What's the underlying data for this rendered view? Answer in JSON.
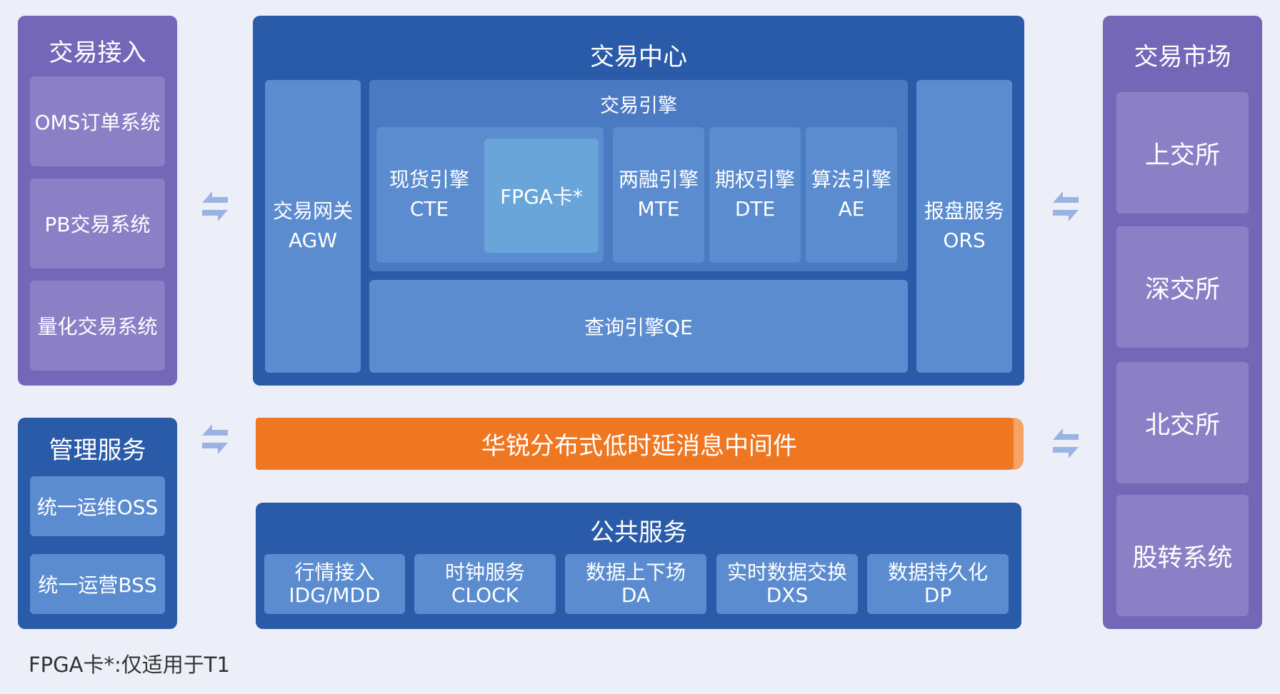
{
  "access": {
    "title": "交易接入",
    "items": [
      "OMS订单系统",
      "PB交易系统",
      "量化交易系统"
    ]
  },
  "mgmt": {
    "title": "管理服务",
    "items": [
      "统一运维OSS",
      "统一运营BSS"
    ]
  },
  "center": {
    "title": "交易中心",
    "gateway": {
      "line1": "交易网关",
      "line2": "AGW"
    },
    "engine": {
      "title": "交易引擎",
      "spot": {
        "line1": "现货引擎",
        "line2": "CTE"
      },
      "fpga": "FPGA卡*",
      "margin": {
        "line1": "两融引擎",
        "line2": "MTE"
      },
      "option": {
        "line1": "期权引擎",
        "line2": "DTE"
      },
      "algo": {
        "line1": "算法引擎",
        "line2": "AE"
      }
    },
    "query": "查询引擎QE",
    "ors": {
      "line1": "报盘服务",
      "line2": "ORS"
    }
  },
  "middleware": "华锐分布式低时延消息中间件",
  "public": {
    "title": "公共服务",
    "items": [
      {
        "line1": "行情接入",
        "line2": "IDG/MDD"
      },
      {
        "line1": "时钟服务",
        "line2": "CLOCK"
      },
      {
        "line1": "数据上下场",
        "line2": "DA"
      },
      {
        "line1": "实时数据交换",
        "line2": "DXS"
      },
      {
        "line1": "数据持久化",
        "line2": "DP"
      }
    ]
  },
  "market": {
    "title": "交易市场",
    "items": [
      "上交所",
      "深交所",
      "北交所",
      "股转系统"
    ]
  },
  "footnote": "FPGA卡*:仅适用于T1",
  "colors": {
    "purple": "#7467b8",
    "blue": "#2a5ba8",
    "orange": "#ef7722",
    "arrow": "#9bb3e2"
  }
}
